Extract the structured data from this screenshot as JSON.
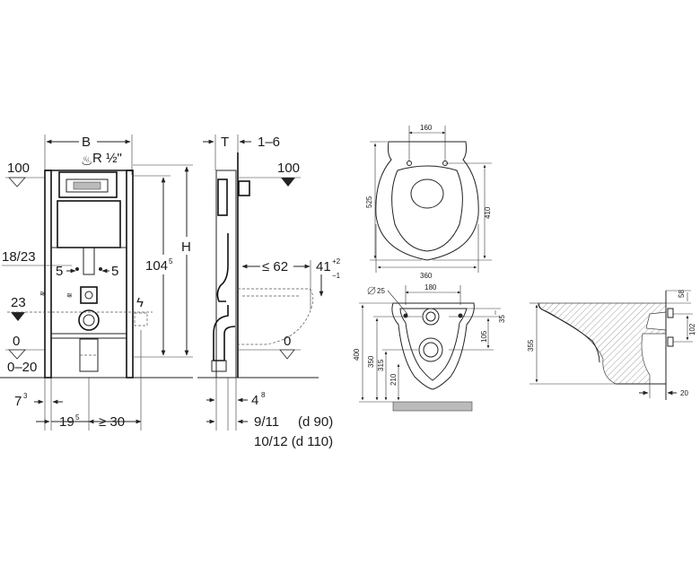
{
  "frame_front": {
    "width_label": "B",
    "pipe_label": "R ½\"",
    "level_top": "100",
    "range_label": "18/23",
    "offset_left": "5",
    "offset_right": "5",
    "level_mid": "23",
    "level_zero": "0",
    "floor_range": "0–20",
    "height_label": "H",
    "height_value": "104",
    "height_sup": "5",
    "side_gap": "7",
    "side_gap_sup": "3",
    "bottom_left": "19",
    "bottom_left_sup": "5",
    "bottom_right": "≥ 30"
  },
  "frame_side": {
    "thickness_label": "T",
    "wall_gap": "1–6",
    "level_top": "100",
    "reach": "≤ 62",
    "height_value": "41",
    "tol_plus": "+2",
    "tol_minus": "−1",
    "level_zero": "0",
    "depth": "4",
    "depth_sup": "8",
    "pipe_d90": "9/11",
    "pipe_d90_label": "(d 90)",
    "pipe_d110": "10/12 (d 110)"
  },
  "bowl_top": {
    "bolt_spacing": "160",
    "length": "525",
    "inner_length": "410",
    "width": "360"
  },
  "bowl_back": {
    "hole_diameter": "25",
    "hole_spacing": "180",
    "offset_35": "35",
    "offset_105": "105",
    "height_400": "400",
    "height_350": "350",
    "height_315": "315",
    "height_210": "210"
  },
  "bowl_side": {
    "depth_58": "58",
    "height_102": "102",
    "height_355": "355",
    "base_20": "20"
  }
}
